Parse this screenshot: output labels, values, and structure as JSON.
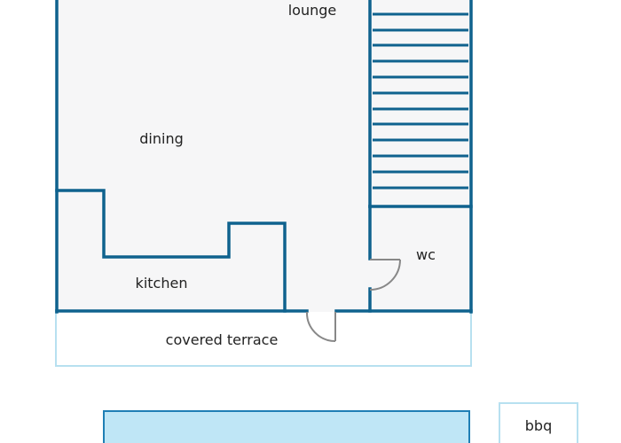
{
  "rooms": {
    "lounge": "lounge",
    "dining": "dining",
    "kitchen": "kitchen",
    "wc": "wc",
    "terrace": "covered terrace",
    "bbq": "bbq"
  },
  "colors": {
    "wall": "#0f628e",
    "floor": "#f6f6f7",
    "terrace_outline": "#b7e0f0",
    "pool_fill": "#bfe6f6",
    "door_leaf": "#888888"
  }
}
